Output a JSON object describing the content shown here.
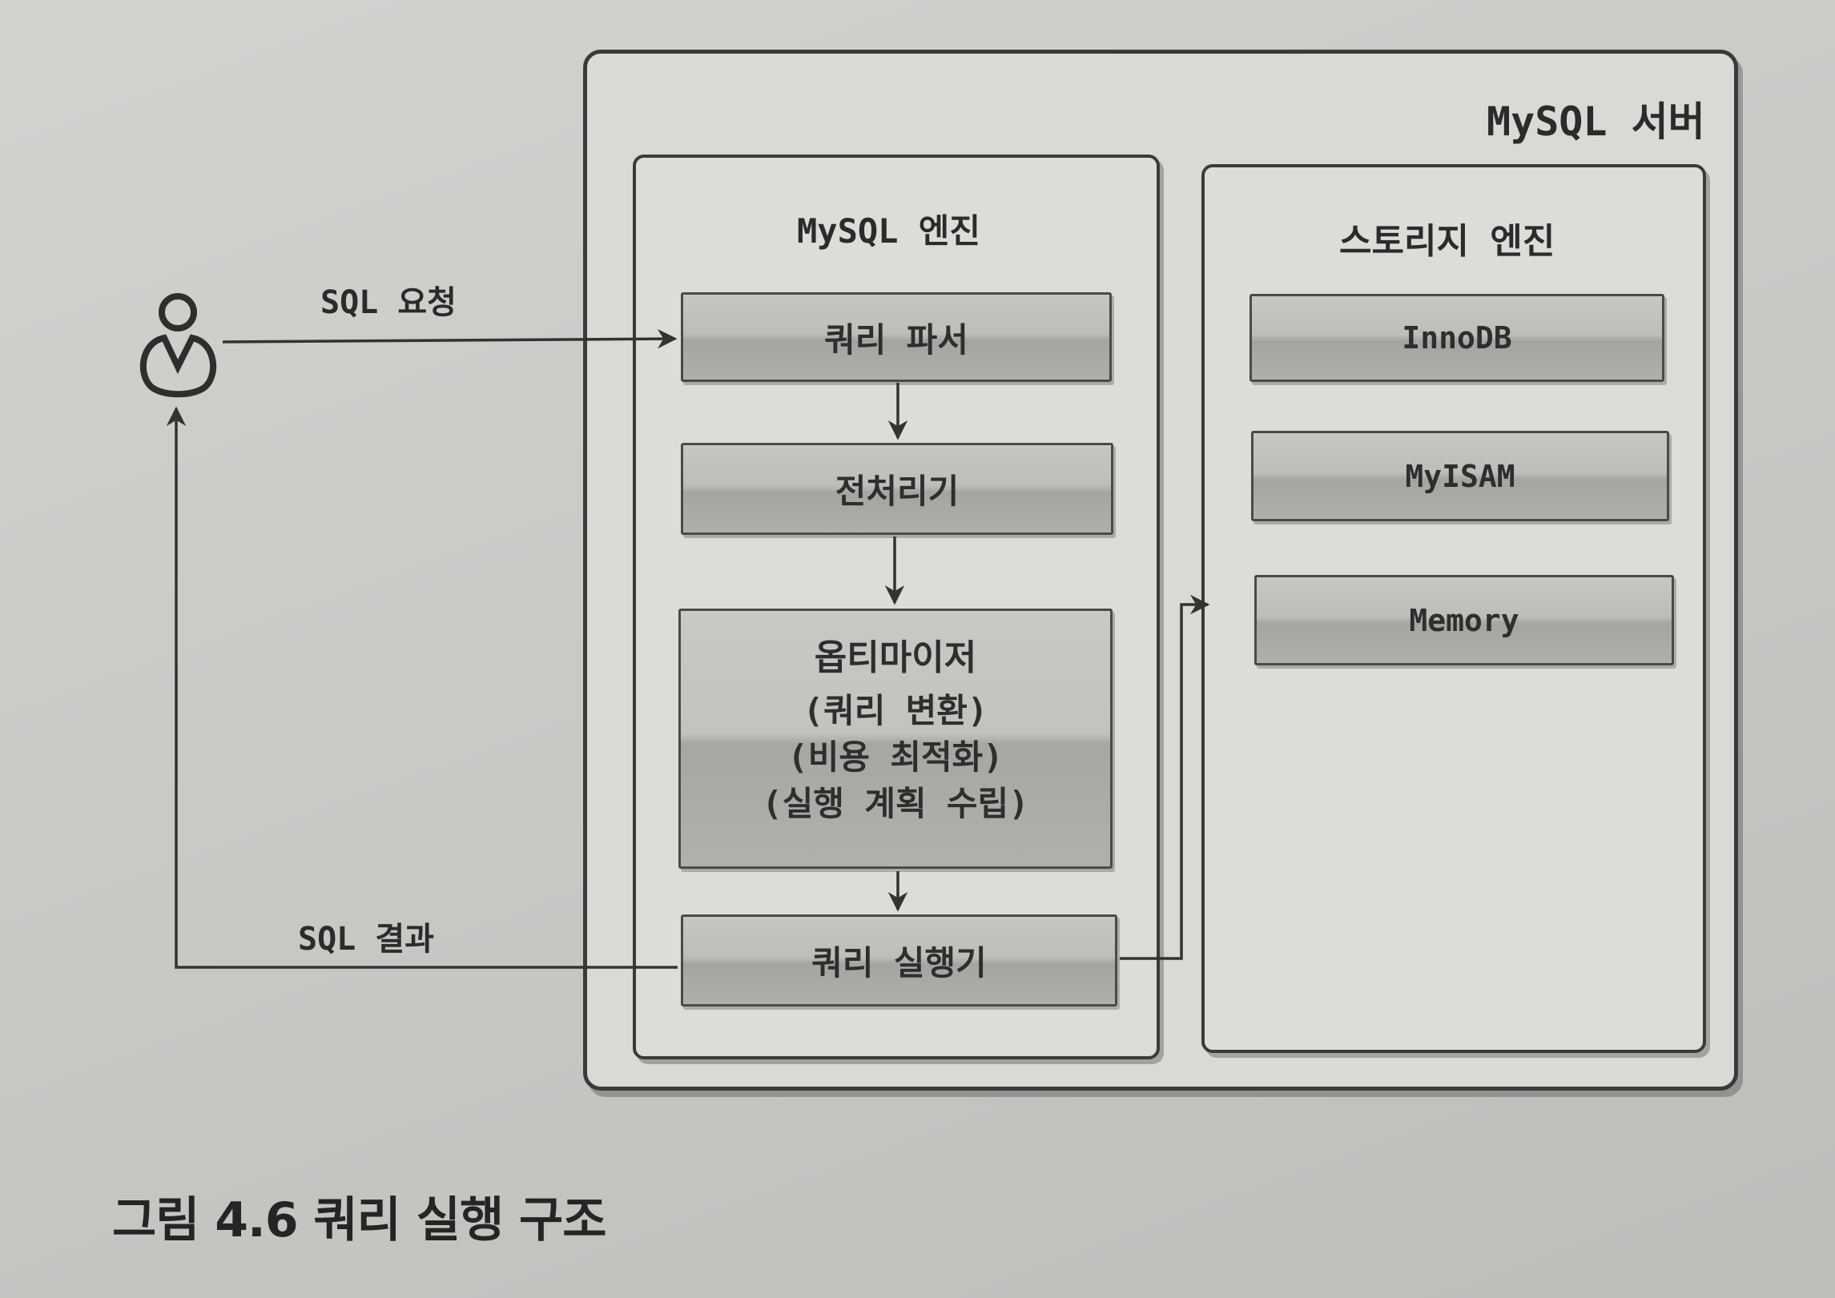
{
  "server": {
    "title": "MySQL 서버"
  },
  "engine": {
    "title": "MySQL 엔진",
    "components": {
      "parser": "쿼리 파서",
      "preprocessor": "전처리기",
      "optimizer": {
        "title": "옵티마이저",
        "steps": [
          "(쿼리 변환)",
          "(비용 최적화)",
          "(실행 계획 수립)"
        ]
      },
      "executor": "쿼리 실행기"
    }
  },
  "storage": {
    "title": "스토리지 엔진",
    "items": [
      "InnoDB",
      "MyISAM",
      "Memory"
    ]
  },
  "flows": {
    "request": "SQL 요청",
    "result": "SQL 결과"
  },
  "caption": "그림 4.6 쿼리 실행 구조"
}
